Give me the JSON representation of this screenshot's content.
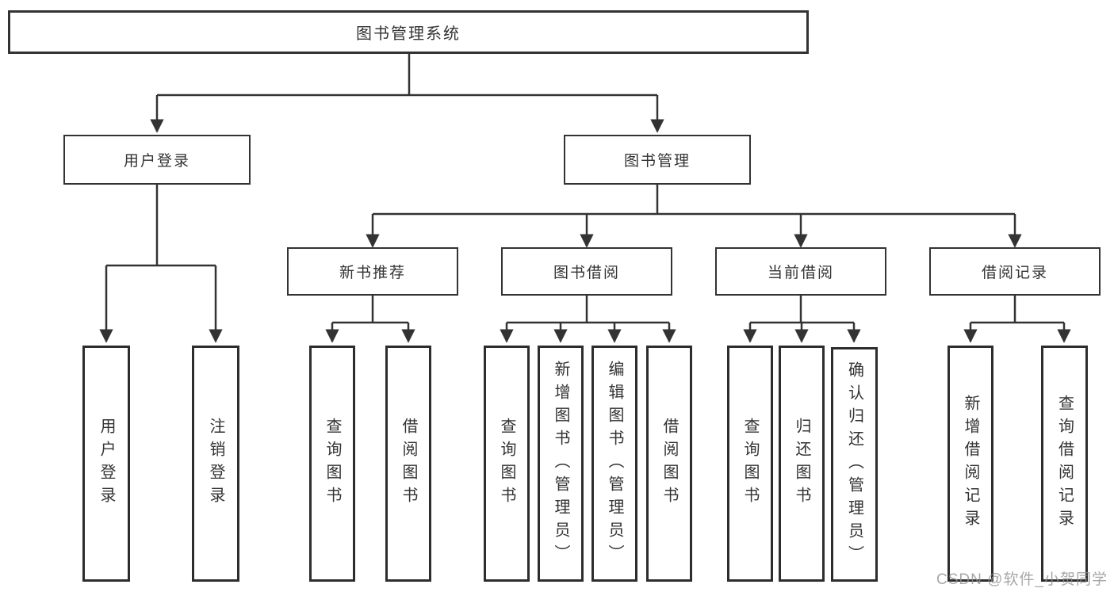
{
  "diagram": {
    "title": "图书管理系统",
    "colors": {
      "line": "#333333",
      "text": "#333333",
      "watermark": "#919191"
    },
    "user_login": {
      "label": "用户登录",
      "children": [
        {
          "label": "用户登录"
        },
        {
          "label": "注销登录"
        }
      ]
    },
    "book_mgmt": {
      "label": "图书管理",
      "sections": [
        {
          "label": "新书推荐",
          "children": [
            {
              "label": "查询图书"
            },
            {
              "label": "借阅图书"
            }
          ]
        },
        {
          "label": "图书借阅",
          "children": [
            {
              "label": "查询图书"
            },
            {
              "label": "新增图书（管理员）"
            },
            {
              "label": "编辑图书（管理员）"
            },
            {
              "label": "借阅图书"
            }
          ]
        },
        {
          "label": "当前借阅",
          "children": [
            {
              "label": "查询图书"
            },
            {
              "label": "归还图书"
            },
            {
              "label": "确认归还（管理员）"
            }
          ]
        },
        {
          "label": "借阅记录",
          "children": [
            {
              "label": "新增借阅记录"
            },
            {
              "label": "查询借阅记录"
            }
          ]
        }
      ]
    },
    "watermark": "CSDN @软件_小贺同学"
  }
}
